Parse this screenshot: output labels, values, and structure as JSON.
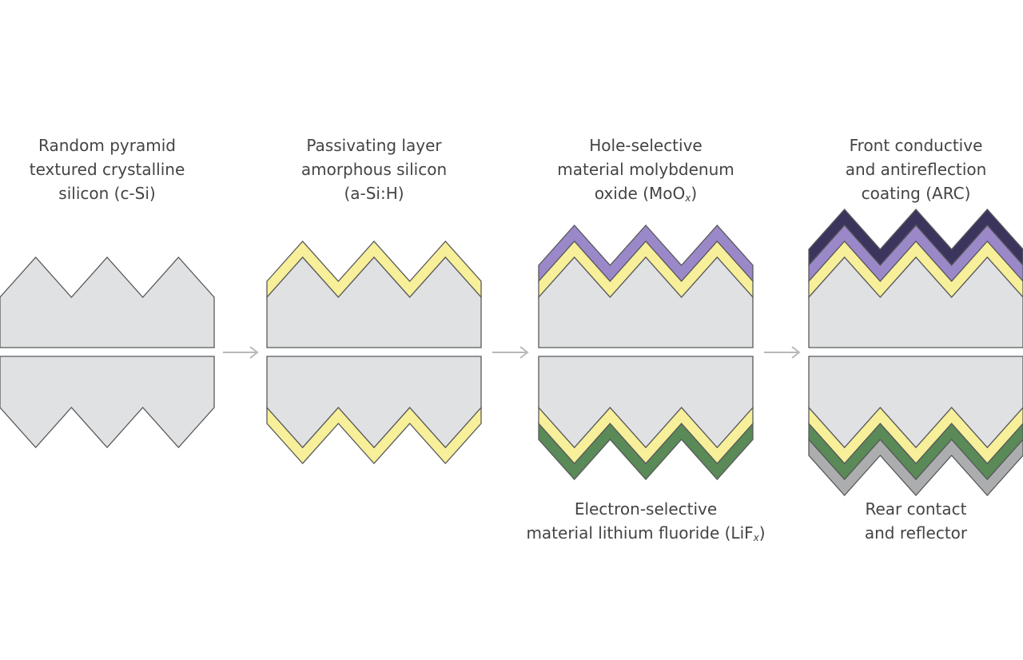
{
  "colors": {
    "silicon": "#e0e1e3",
    "outline": "#58595b",
    "passivation": "#f7ef99",
    "hole_selective": "#9b88c9",
    "electron_selective": "#5a8a57",
    "front_arc": "#3b355e",
    "rear_contact": "#acadaf",
    "arrow": "#b7b8ba"
  },
  "steps": [
    {
      "top_label": [
        "Random pyramid",
        "textured crystalline",
        "silicon (c-Si)"
      ]
    },
    {
      "top_label": [
        "Passivating layer",
        "amorphous silicon",
        "(a-Si:H)"
      ]
    },
    {
      "top_label": [
        "Hole-selective",
        "material molybdenum",
        "oxide (MoO"
      ],
      "top_label_sub": "x",
      "top_label_suffix": ")",
      "bottom_label": [
        "Electron-selective",
        "material lithium fluoride (LiF"
      ],
      "bottom_label_sub": "x",
      "bottom_label_suffix": ")"
    },
    {
      "top_label": [
        "Front conductive",
        "and antireflection",
        "coating (ARC)"
      ],
      "bottom_label": [
        "Rear contact",
        "and reflector"
      ]
    }
  ]
}
